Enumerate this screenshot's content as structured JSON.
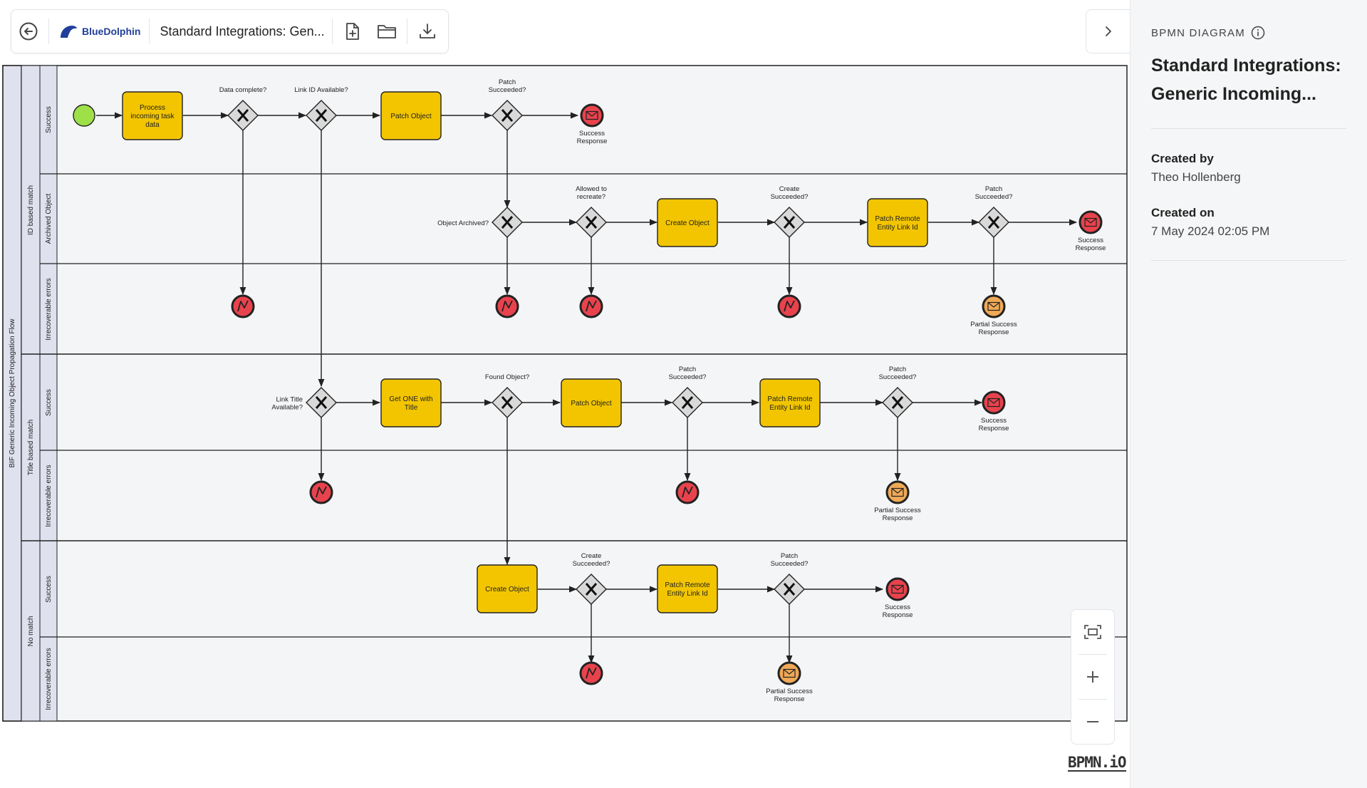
{
  "toolbar": {
    "back_icon": "back-arrow-icon",
    "brand": "BlueDolphin",
    "doc_title": "Standard Integrations: Gen...",
    "new_icon": "new-file-icon",
    "open_icon": "folder-icon",
    "download_icon": "download-icon"
  },
  "panel": {
    "kicker": "BPMN DIAGRAM",
    "title_line1": "Standard Integrations:",
    "title_line2": "Generic Incoming...",
    "created_by_label": "Created by",
    "created_by": "Theo Hollenberg",
    "created_on_label": "Created on",
    "created_on": "7 May 2024 02:05 PM"
  },
  "canvas": {
    "pool": "BIF  Generic Incoming Object Propagation Flow",
    "groups": {
      "id": "ID based match",
      "title": "Title based match",
      "none": "No match"
    },
    "lanes": {
      "id_success": "Success",
      "id_archived": "Archived Object",
      "id_errors": "Irrecoverable errors",
      "title_success": "Success",
      "title_errors": "Irrecoverable errors",
      "none_success": "Success",
      "none_errors": "Irrecoverable errors"
    },
    "tasks": {
      "process": [
        "Process",
        "incoming task",
        "data"
      ],
      "patch1": [
        "Patch Object"
      ],
      "create1": [
        "Create Object"
      ],
      "patchremote1": [
        "Patch Remote",
        "Entity Link Id"
      ],
      "getone": [
        "Get ONE with",
        "Title"
      ],
      "patch2": [
        "Patch Object"
      ],
      "patchremote2": [
        "Patch Remote",
        "Entity Link Id"
      ],
      "create2": [
        "Create Object"
      ],
      "patchremote3": [
        "Patch Remote",
        "Entity Link Id"
      ]
    },
    "gateways": {
      "data_complete": [
        "Data complete?"
      ],
      "link_id": [
        "Link ID Available?"
      ],
      "patch_succ1": [
        "Patch",
        "Succeeded?"
      ],
      "archived": [
        "Object Archived?"
      ],
      "allowed": [
        "Allowed to",
        "recreate?"
      ],
      "create_succ1": [
        "Create",
        "Succeeded?"
      ],
      "patch_succ2": [
        "Patch",
        "Succeeded?"
      ],
      "link_title": [
        "Link Title",
        "Available?"
      ],
      "found": [
        "Found Object?"
      ],
      "patch_succ3": [
        "Patch",
        "Succeeded?"
      ],
      "patch_succ4": [
        "Patch",
        "Succeeded?"
      ],
      "create_succ2": [
        "Create",
        "Succeeded?"
      ],
      "patch_succ5": [
        "Patch",
        "Succeeded?"
      ]
    },
    "events": {
      "success": [
        "Success",
        "Response"
      ],
      "partial": [
        "Partial Success",
        "Response"
      ]
    }
  },
  "zoom": {
    "fit_icon": "fit-screen-icon",
    "in_icon": "zoom-in-icon",
    "out_icon": "zoom-out-icon"
  },
  "watermark": "BPMN.iO"
}
